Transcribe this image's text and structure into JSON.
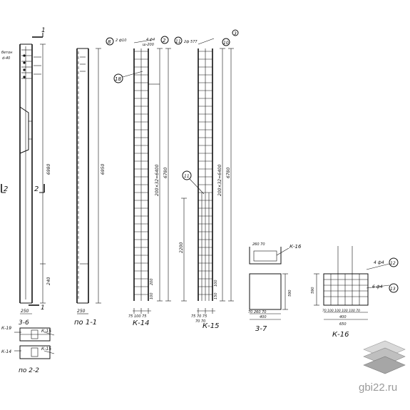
{
  "labels": {
    "sec_3_6": "3-6",
    "sec_po_1_1": "по 1-1",
    "sec_k14": "К-14",
    "sec_k15": "К-15",
    "sec_3_7": "3-7",
    "sec_k16": "К-16",
    "sec_po_2_2": "по 2-2",
    "k19": "К-19",
    "k15a": "К-15",
    "k15b": "К-15",
    "k14b": "К-14",
    "mark_1_top": "1",
    "mark_1_bot": "1",
    "mark_2_left": "2",
    "mark_2_right": "2",
    "dim_250_a": "250",
    "dim_250_b": "250",
    "dim_6950": "6950",
    "dim_6980": "6980",
    "dim_6780a": "6780",
    "dim_6780b": "6780",
    "dim_200x32": "200×32=6400",
    "dim_200x32b": "200×32=6400",
    "dim_2200": "2200",
    "dim_240": "240",
    "dim_100": "100",
    "dim_200a": "200",
    "dim_150": "150",
    "dim_100b": "100",
    "dim_75": "75",
    "dim_k14_bot": "75 100 75",
    "dim_k15_bot": "75 70 75",
    "dim_k15_bot2": "70 70",
    "dim_260_70": "260 70",
    "dim_400": "400",
    "dim_590a": "590",
    "dim_70_260_70": "70 260 70",
    "dim_400b": "400",
    "dim_650": "650",
    "dim_590b": "590",
    "dim_70_100": "70 100 100 100 100 70",
    "rebar_4d4": "4 ф4",
    "rebar_6d4": "6 ф4",
    "rebar_2d10": "2 ф10",
    "rebar_w200": "ш-200",
    "rebar_2d577": "2ф 577",
    "bubble_8": "8",
    "bubble_2": "2",
    "bubble_11": "11",
    "bubble_10": "10",
    "bubble_3": "3",
    "bubble_18": "18",
    "bubble_12": "12",
    "bubble_13": "13",
    "bubble_11b": "11",
    "note_left": "бетон",
    "note_left2": "d-40",
    "watermark": "gbi22.ru"
  },
  "colors": {
    "ink": "#111111",
    "watermark_text": "#9a9a9a",
    "logo_top": "#d9d9d9",
    "logo_mid": "#bfbfbf",
    "logo_bot": "#a6a6a6"
  }
}
